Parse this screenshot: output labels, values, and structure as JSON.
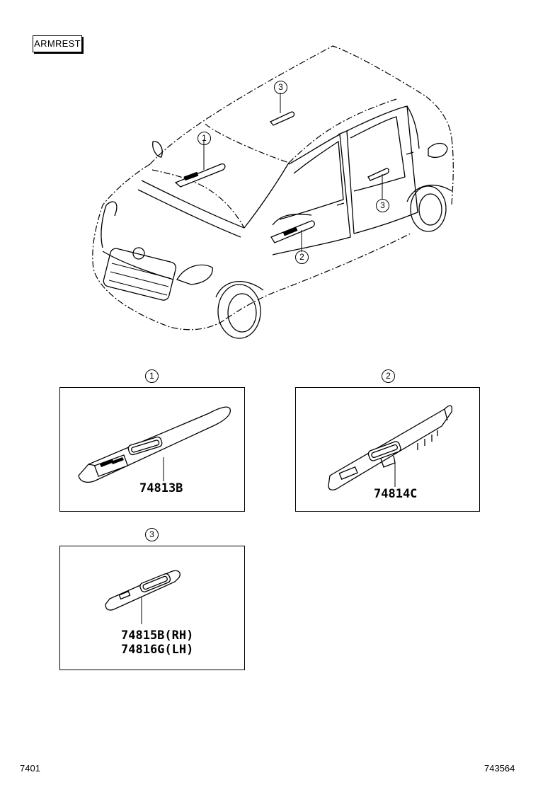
{
  "header": {
    "tag_label": "ARMREST"
  },
  "callouts": [
    {
      "index": "1"
    },
    {
      "index": "2"
    },
    {
      "index": "3"
    }
  ],
  "panels": [
    {
      "index": "1",
      "part_numbers": [
        "74813B"
      ]
    },
    {
      "index": "2",
      "part_numbers": [
        "74814C"
      ]
    },
    {
      "index": "3",
      "part_numbers": [
        "74815B(RH)",
        "74816G(LH)"
      ]
    }
  ],
  "footer": {
    "left_code": "7401",
    "right_code": "743564"
  }
}
